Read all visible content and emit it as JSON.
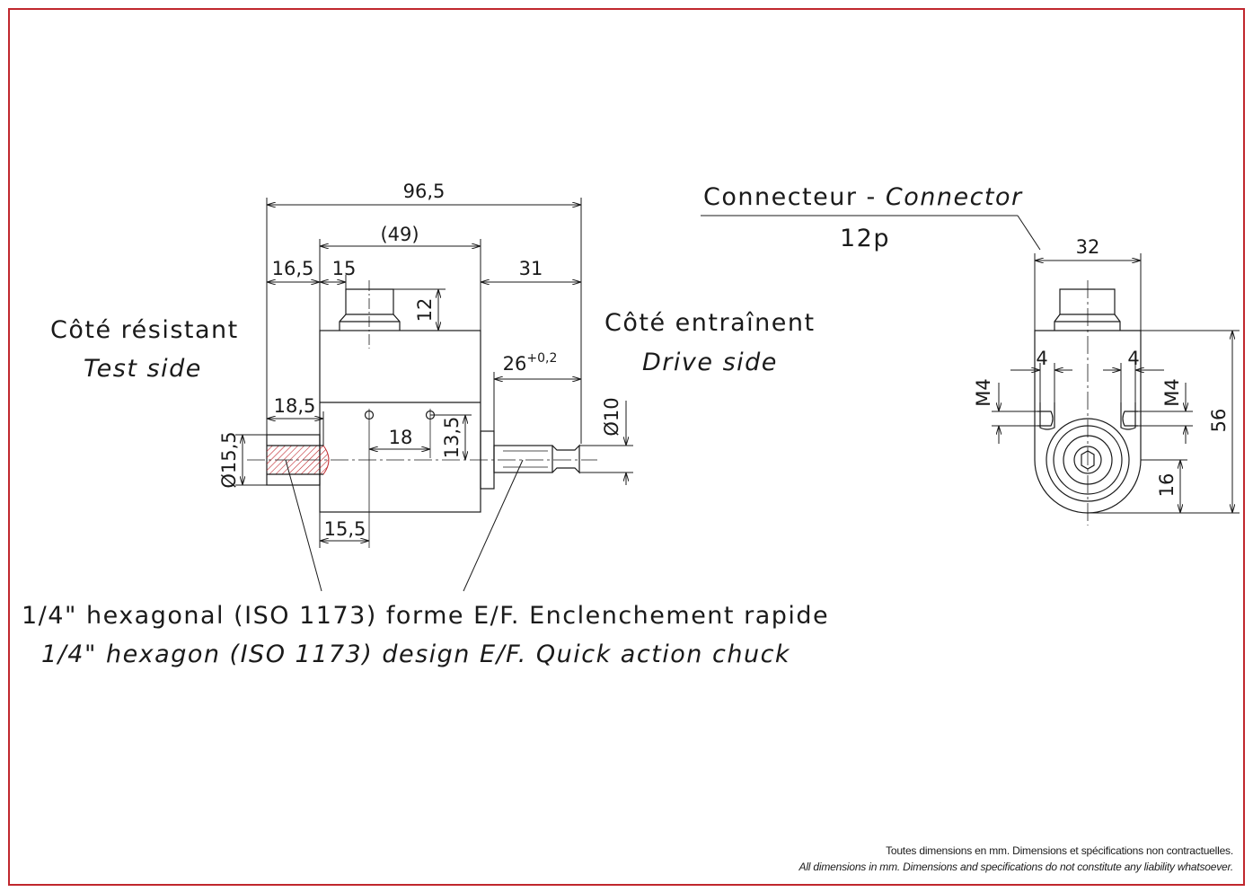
{
  "colors": {
    "border": "#c0272d",
    "ink": "#1a1a1a",
    "hatch": "#c0272d"
  },
  "labels": {
    "test_side_fr": "Côté résistant",
    "test_side_en": "Test side",
    "drive_side_fr": "Côté entraînent",
    "drive_side_en": "Drive side",
    "connector_fr": "Connecteur - ",
    "connector_en": "Connector",
    "connector_pins": "12p",
    "hex_fr": "1/4\" hexagonal (ISO 1173) forme E/F. Enclenchement rapide",
    "hex_en": "1/4\" hexagon (ISO 1173) design E/F. Quick action chuck"
  },
  "dimensions": {
    "overall_length": "96,5",
    "body_length": "(49)",
    "left_shaft": "16,5",
    "connector_offset": "15",
    "right_shaft": "31",
    "connector_height": "12",
    "drive_spigot": "26",
    "drive_spigot_tol": "+0,2",
    "test_bore_depth": "18,5",
    "hole_spacing": "18",
    "hole_height": "13,5",
    "drive_diameter": "Ø10",
    "test_diameter": "Ø15,5",
    "hole_offset": "15,5",
    "end_width": "32",
    "screw_spacing_l": "4",
    "screw_spacing_r": "4",
    "thread_l": "M4",
    "thread_r": "M4",
    "end_height": "56",
    "axis_height": "16"
  },
  "footer": {
    "fr": "Toutes dimensions en mm. Dimensions et spécifications non contractuelles.",
    "en": "All dimensions in mm. Dimensions and specifications do not constitute any liability whatsoever."
  }
}
